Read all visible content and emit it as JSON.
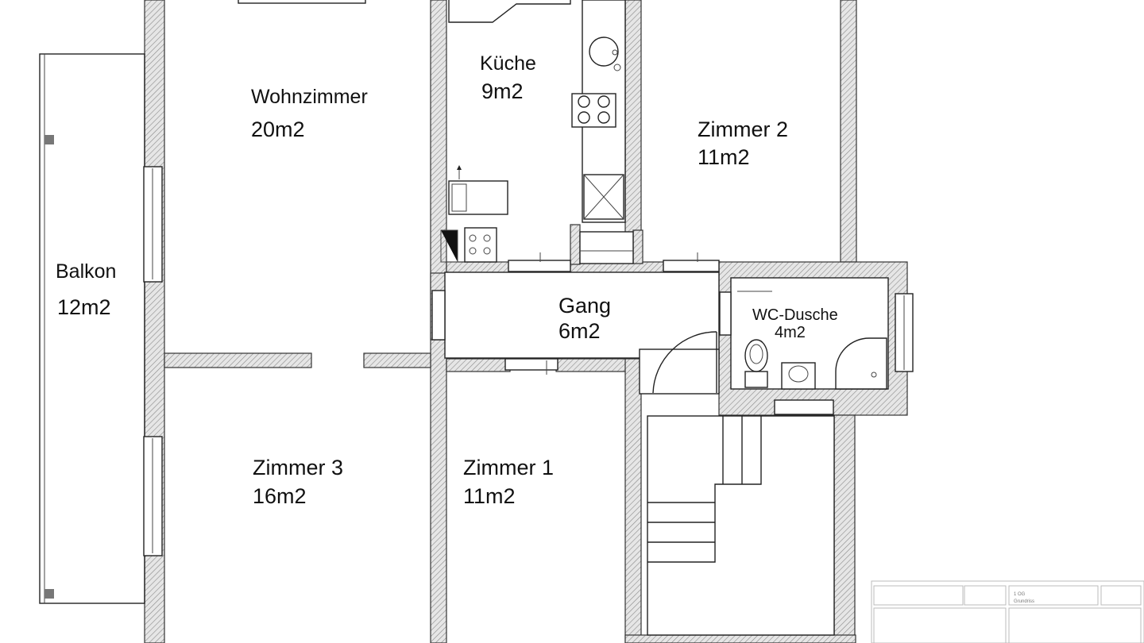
{
  "rooms": {
    "wohnzimmer": {
      "name": "Wohnzimmer",
      "area": "20m2"
    },
    "kueche": {
      "name": "Küche",
      "area": "9m2"
    },
    "zimmer2": {
      "name": "Zimmer 2",
      "area": "11m2"
    },
    "balkon": {
      "name": "Balkon",
      "area": "12m2"
    },
    "gang": {
      "name": "Gang",
      "area": "6m2"
    },
    "wc": {
      "name": "WC-Dusche",
      "area": "4m2"
    },
    "zimmer3": {
      "name": "Zimmer 3",
      "area": "16m2"
    },
    "zimmer1": {
      "name": "Zimmer 1",
      "area": "11m2"
    }
  },
  "title_block": {
    "floor": "1 OG",
    "drawing": "Grundriss"
  },
  "colors": {
    "wall_hatch": "#999999",
    "ink": "#111111"
  }
}
